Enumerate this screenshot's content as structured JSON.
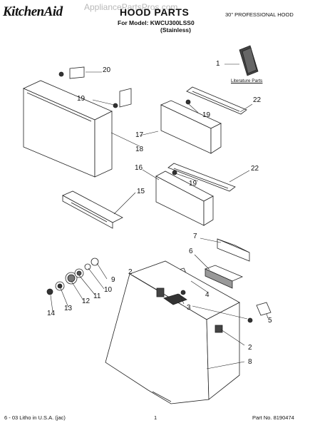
{
  "header": {
    "brand": "KitchenAid",
    "watermark": "AppliancePartsPros.com",
    "title": "HOOD PARTS",
    "subtitle": "30\" PROFESSIONAL HOOD",
    "model_line": "For Model: KWCU300LSS0",
    "variant": "(Stainless)"
  },
  "literature_label": "Literature Parts",
  "callouts": [
    "1",
    "2",
    "2",
    "3",
    "4",
    "5",
    "6",
    "7",
    "8",
    "9",
    "10",
    "11",
    "12",
    "13",
    "14",
    "15",
    "16",
    "17",
    "18",
    "19",
    "19",
    "19",
    "20",
    "22",
    "22"
  ],
  "footer": {
    "left": "6 - 03 Litho in U.S.A. (jac)",
    "center": "1",
    "right": "Part No. 8190474"
  }
}
